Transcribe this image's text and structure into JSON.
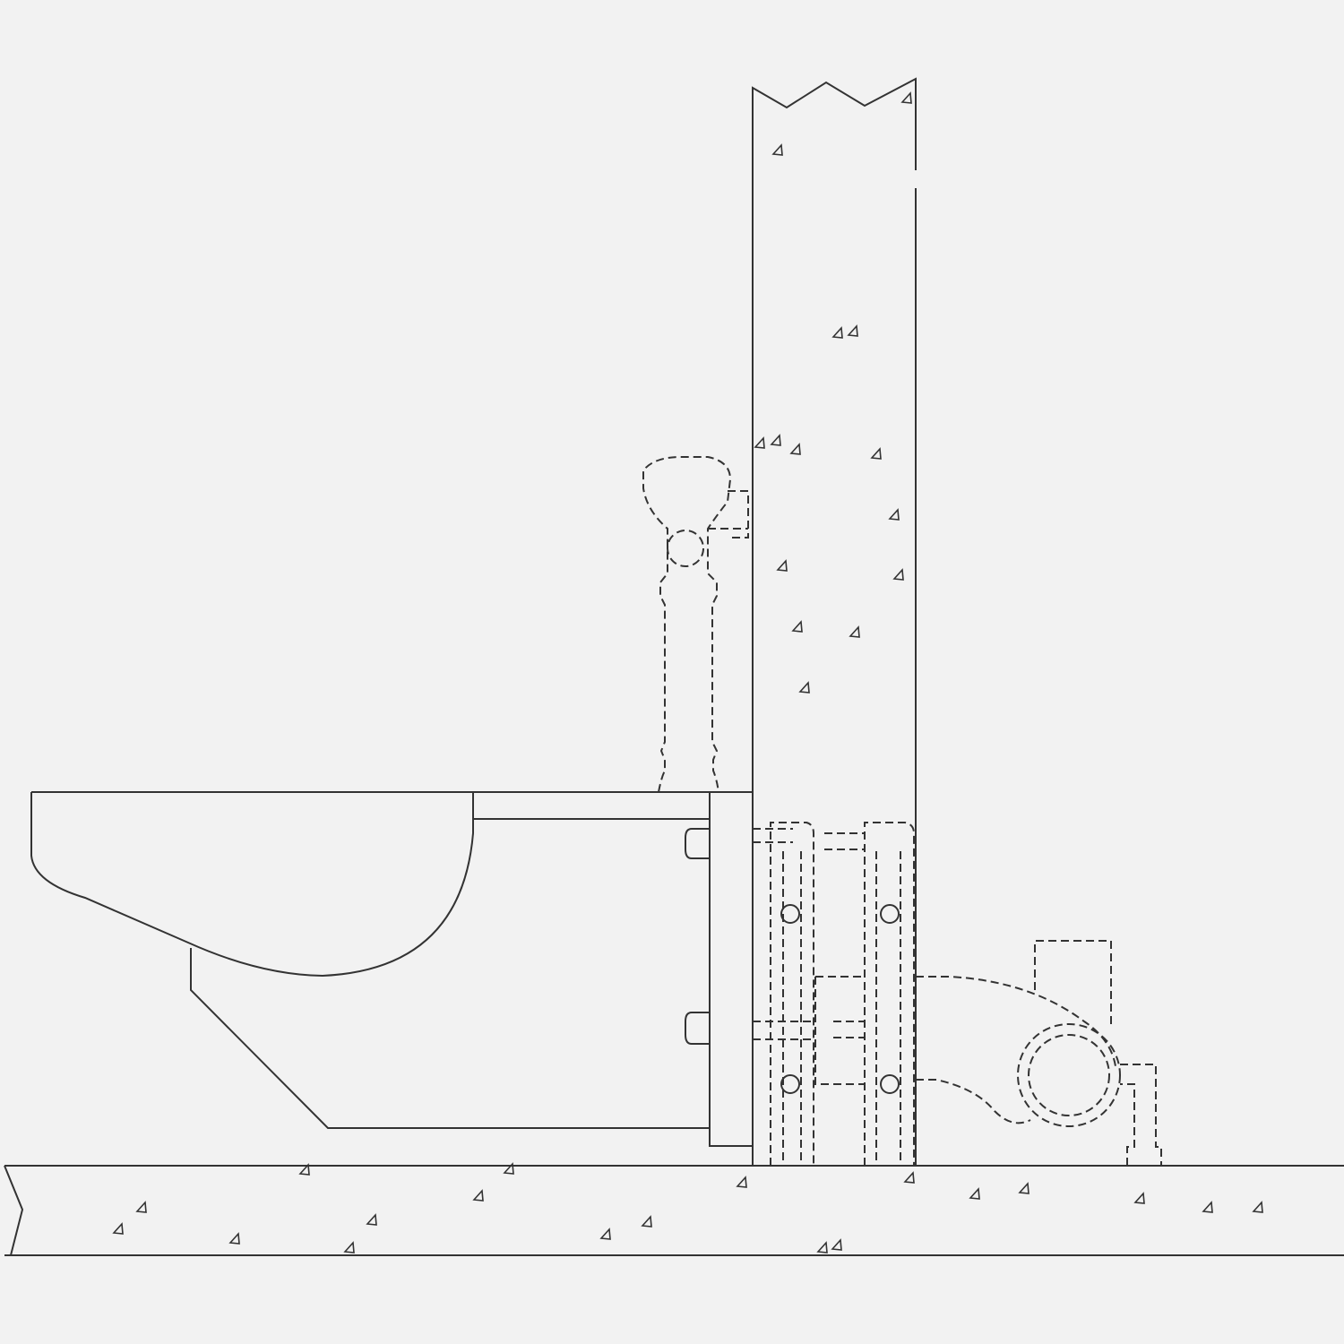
{
  "colors": {
    "background": "#f2f2f2",
    "line": "#333333"
  },
  "components": [
    "wall-hung-toilet-bowl",
    "flush-valve",
    "concrete-wall",
    "concrete-floor-slab",
    "carrier-frame",
    "waste-fitting"
  ]
}
